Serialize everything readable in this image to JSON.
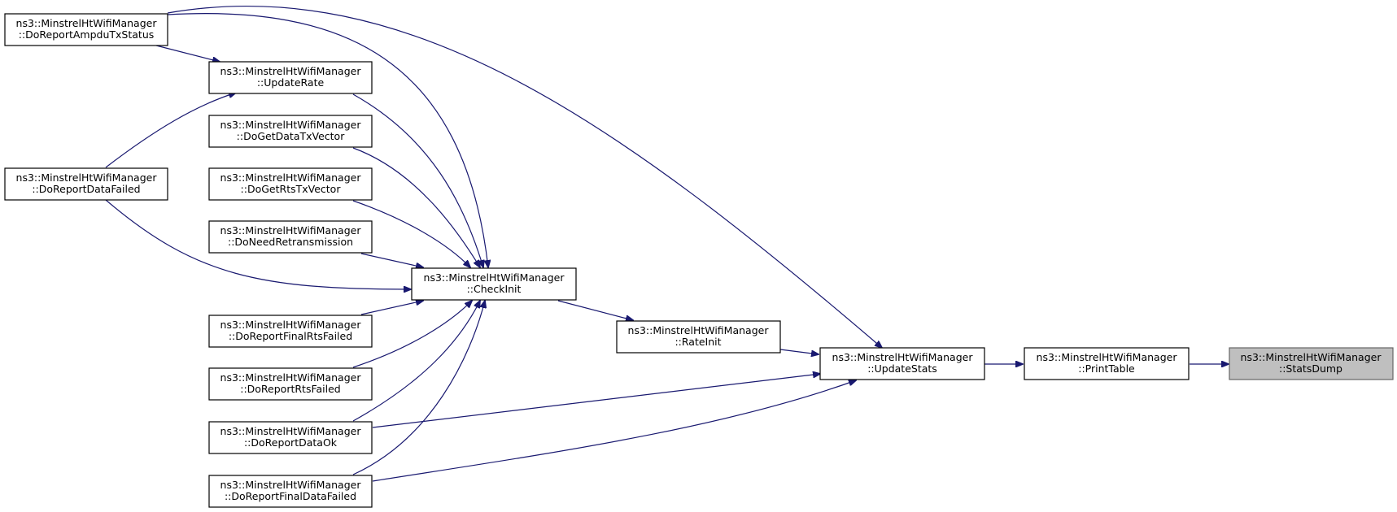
{
  "graph": {
    "colors": {
      "edge": "#191970",
      "node_border": "#000000",
      "focus_fill": "#bfbfbf",
      "node_fill": "#ffffff"
    },
    "nodes": {
      "DoReportAmpduTxStatus": {
        "line1": "ns3::MinstrelHtWifiManager",
        "line2": "::DoReportAmpduTxStatus"
      },
      "UpdateRate": {
        "line1": "ns3::MinstrelHtWifiManager",
        "line2": "::UpdateRate"
      },
      "DoGetDataTxVector": {
        "line1": "ns3::MinstrelHtWifiManager",
        "line2": "::DoGetDataTxVector"
      },
      "DoReportDataFailed": {
        "line1": "ns3::MinstrelHtWifiManager",
        "line2": "::DoReportDataFailed"
      },
      "DoGetRtsTxVector": {
        "line1": "ns3::MinstrelHtWifiManager",
        "line2": "::DoGetRtsTxVector"
      },
      "DoNeedRetransmission": {
        "line1": "ns3::MinstrelHtWifiManager",
        "line2": "::DoNeedRetransmission"
      },
      "CheckInit": {
        "line1": "ns3::MinstrelHtWifiManager",
        "line2": "::CheckInit"
      },
      "DoReportFinalRtsFailed": {
        "line1": "ns3::MinstrelHtWifiManager",
        "line2": "::DoReportFinalRtsFailed"
      },
      "DoReportRtsFailed": {
        "line1": "ns3::MinstrelHtWifiManager",
        "line2": "::DoReportRtsFailed"
      },
      "DoReportDataOk": {
        "line1": "ns3::MinstrelHtWifiManager",
        "line2": "::DoReportDataOk"
      },
      "DoReportFinalDataFailed": {
        "line1": "ns3::MinstrelHtWifiManager",
        "line2": "::DoReportFinalDataFailed"
      },
      "RateInit": {
        "line1": "ns3::MinstrelHtWifiManager",
        "line2": "::RateInit"
      },
      "UpdateStats": {
        "line1": "ns3::MinstrelHtWifiManager",
        "line2": "::UpdateStats"
      },
      "PrintTable": {
        "line1": "ns3::MinstrelHtWifiManager",
        "line2": "::PrintTable"
      },
      "StatsDump": {
        "line1": "ns3::MinstrelHtWifiManager",
        "line2": "::StatsDump"
      }
    },
    "edges": [
      {
        "from": "PrintTable",
        "to": "StatsDump"
      },
      {
        "from": "UpdateStats",
        "to": "PrintTable"
      },
      {
        "from": "RateInit",
        "to": "UpdateStats"
      },
      {
        "from": "DoReportAmpduTxStatus",
        "to": "UpdateStats"
      },
      {
        "from": "DoReportDataOk",
        "to": "UpdateStats"
      },
      {
        "from": "DoReportFinalDataFailed",
        "to": "UpdateStats"
      },
      {
        "from": "CheckInit",
        "to": "RateInit"
      },
      {
        "from": "DoReportAmpduTxStatus",
        "to": "CheckInit"
      },
      {
        "from": "UpdateRate",
        "to": "CheckInit"
      },
      {
        "from": "DoGetDataTxVector",
        "to": "CheckInit"
      },
      {
        "from": "DoGetRtsTxVector",
        "to": "CheckInit"
      },
      {
        "from": "DoNeedRetransmission",
        "to": "CheckInit"
      },
      {
        "from": "DoReportDataFailed",
        "to": "CheckInit"
      },
      {
        "from": "DoReportFinalRtsFailed",
        "to": "CheckInit"
      },
      {
        "from": "DoReportRtsFailed",
        "to": "CheckInit"
      },
      {
        "from": "DoReportDataOk",
        "to": "CheckInit"
      },
      {
        "from": "DoReportFinalDataFailed",
        "to": "CheckInit"
      },
      {
        "from": "DoReportAmpduTxStatus",
        "to": "UpdateRate"
      },
      {
        "from": "DoReportDataFailed",
        "to": "UpdateRate"
      }
    ]
  }
}
